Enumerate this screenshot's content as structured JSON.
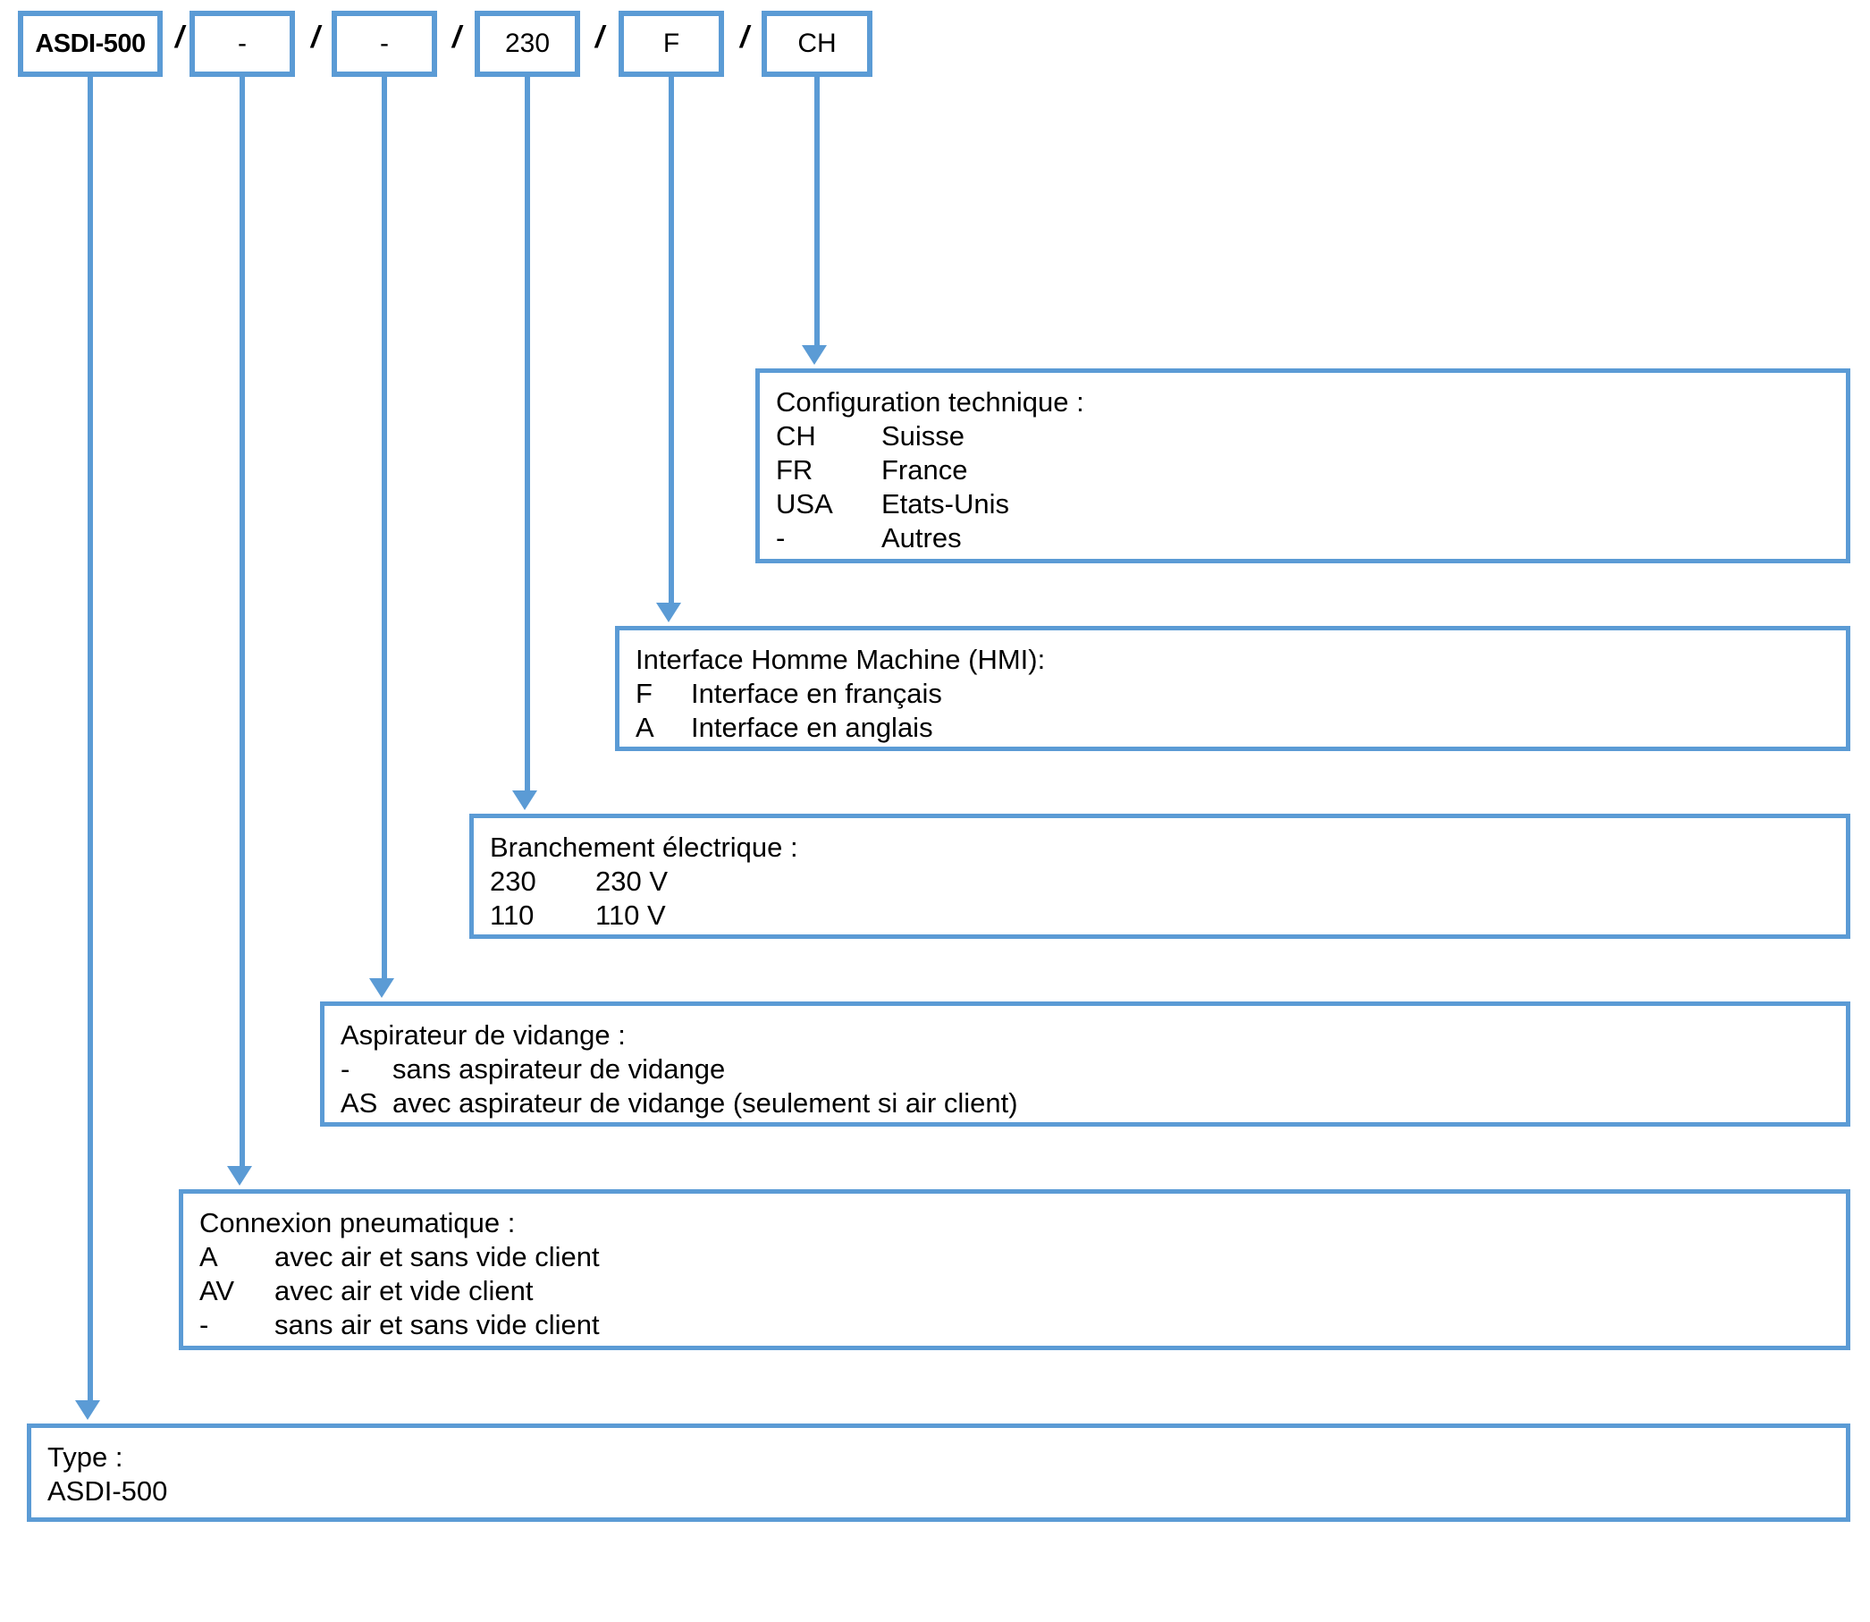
{
  "diagram": {
    "title": "ASDI-500 product type code breakdown",
    "accent_color": "#5B9BD5",
    "separator": "/",
    "code_boxes": [
      {
        "name": "type",
        "value": "ASDI-500"
      },
      {
        "name": "pneumatic-connection",
        "value": "-"
      },
      {
        "name": "drain-aspirator",
        "value": "-"
      },
      {
        "name": "electrical-connection",
        "value": "230"
      },
      {
        "name": "hmi-language",
        "value": "F"
      },
      {
        "name": "technical-configuration",
        "value": "CH"
      }
    ],
    "legend_boxes": [
      {
        "id": "technical-configuration",
        "title": "Configuration technique :",
        "rows": [
          {
            "key": "CH",
            "value": "Suisse"
          },
          {
            "key": "FR",
            "value": "France"
          },
          {
            "key": "USA",
            "value": "Etats-Unis"
          },
          {
            "key": "-",
            "value": "Autres"
          }
        ]
      },
      {
        "id": "hmi",
        "title": "Interface Homme Machine (HMI):",
        "rows": [
          {
            "key": "F",
            "value": "Interface en français"
          },
          {
            "key": "A",
            "value": "Interface en anglais"
          }
        ]
      },
      {
        "id": "electrical",
        "title": "Branchement électrique :",
        "rows": [
          {
            "key": "230",
            "value": "230 V"
          },
          {
            "key": "110",
            "value": "110 V"
          }
        ]
      },
      {
        "id": "drain-aspirator",
        "title": "Aspirateur de vidange :",
        "rows": [
          {
            "key": "-",
            "value": "sans aspirateur de vidange"
          },
          {
            "key": "AS",
            "value": "avec aspirateur de vidange (seulement si air client)"
          }
        ]
      },
      {
        "id": "pneumatic",
        "title": "Connexion pneumatique :",
        "rows": [
          {
            "key": "A",
            "value": "avec air et sans vide client"
          },
          {
            "key": "AV",
            "value": "avec air et vide client"
          },
          {
            "key": "-",
            "value": "sans air et sans vide client"
          }
        ]
      },
      {
        "id": "type",
        "title": "Type :",
        "rows": [
          {
            "key": "",
            "value": "ASDI-500"
          }
        ]
      }
    ]
  }
}
